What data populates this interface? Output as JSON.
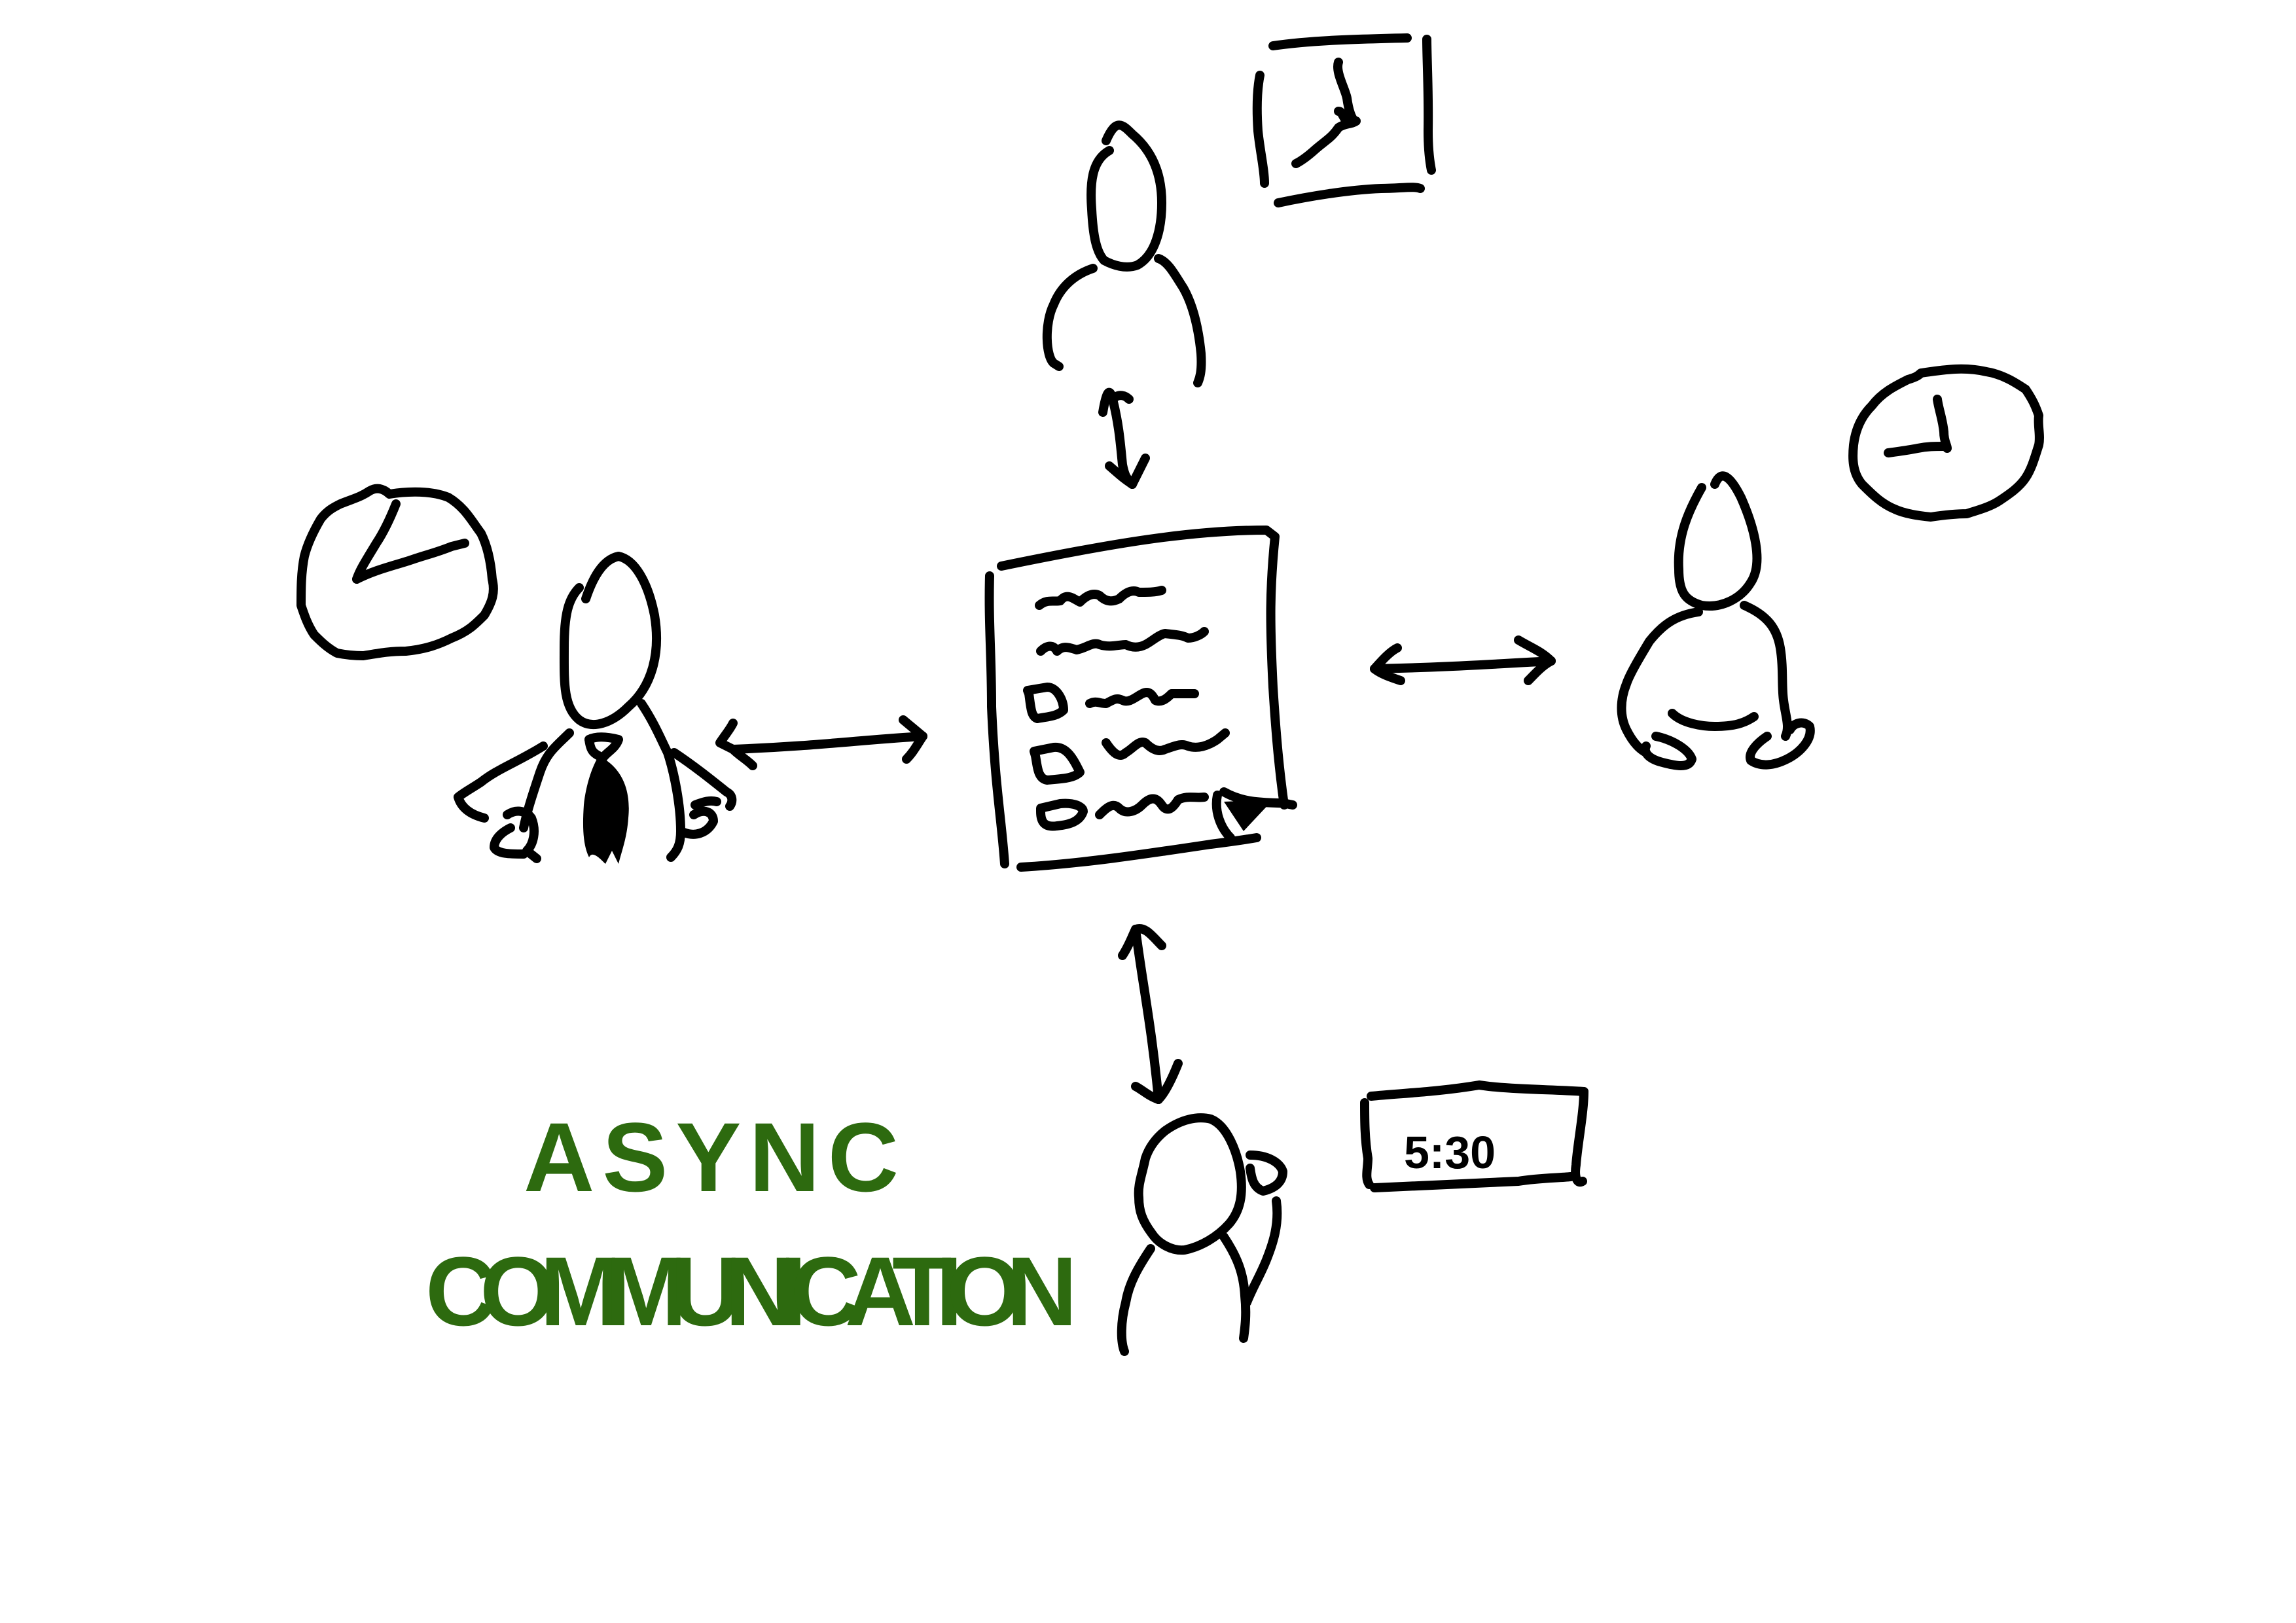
{
  "title": {
    "line1": "ASYNC",
    "line2": "COMMUNICATION",
    "color": "#2d6a0f"
  },
  "digital_clock": {
    "time": "5:30"
  },
  "figures": [
    {
      "name": "manager",
      "icon": "manager-figure-icon"
    },
    {
      "name": "person-top",
      "icon": "person-icon"
    },
    {
      "name": "person-right",
      "icon": "person-icon"
    },
    {
      "name": "person-bottom",
      "icon": "person-icon"
    }
  ],
  "icons": [
    "document-icon",
    "clock-icon",
    "sunrise-window-icon",
    "digital-clock-icon",
    "double-arrow-icon"
  ],
  "ink_color": "#000000"
}
